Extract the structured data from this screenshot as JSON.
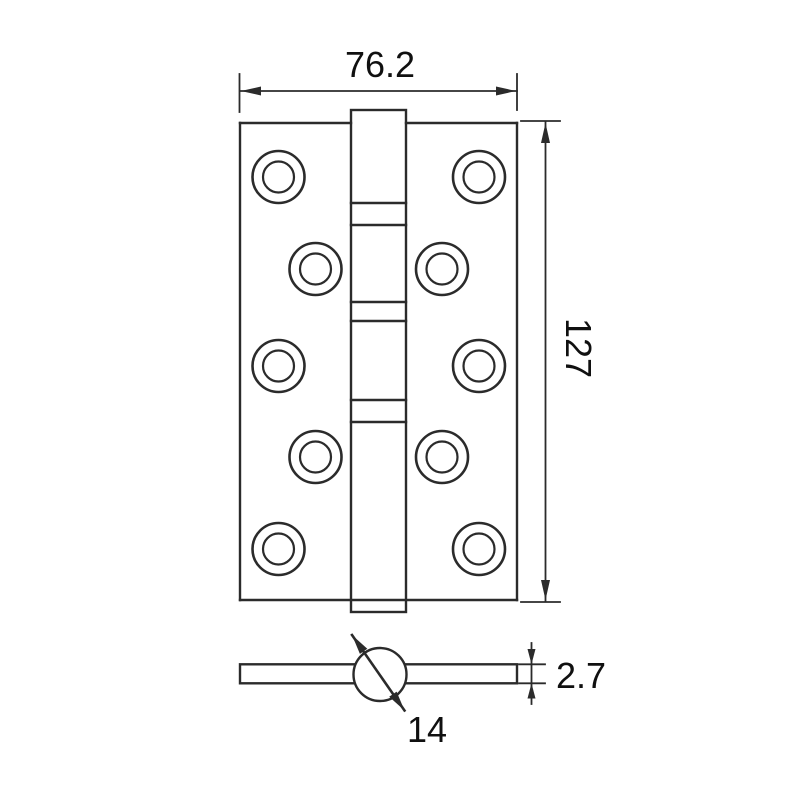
{
  "drawing": {
    "line_color": "#2b2b2b",
    "text_color": "#101010",
    "background_color": "#ffffff",
    "dimensions": {
      "width": "76.2",
      "height": "127",
      "thickness": "2.7",
      "barrel_diameter": "14"
    }
  }
}
